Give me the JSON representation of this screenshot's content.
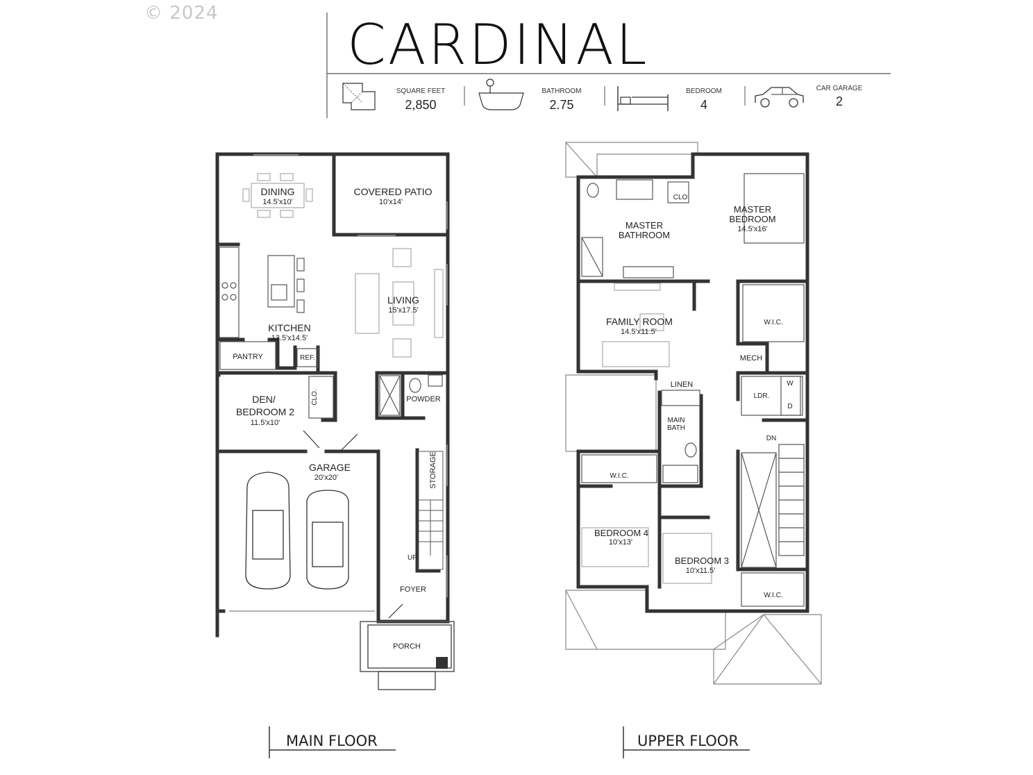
{
  "copyright": "© 2024",
  "title": "CARDINAL",
  "stats": [
    {
      "icon": "floorplan-icon",
      "label": "SQUARE FEET",
      "value": "2,850"
    },
    {
      "icon": "bathtub-icon",
      "label": "BATHROOM",
      "value": "2.75"
    },
    {
      "icon": "bed-icon",
      "label": "BEDROOM",
      "value": "4"
    },
    {
      "icon": "car-icon",
      "label": "CAR GARAGE",
      "value": "2"
    }
  ],
  "main_floor": {
    "label": "MAIN FLOOR",
    "rooms": {
      "dining": {
        "name": "DINING",
        "size": "14.5'x10'"
      },
      "patio": {
        "name": "COVERED PATIO",
        "size": "10'x14'"
      },
      "living": {
        "name": "LIVING",
        "size": "15'x17.5'"
      },
      "kitchen": {
        "name": "KITCHEN",
        "size": "13.5'x14.5'"
      },
      "pantry": "PANTRY",
      "ref": "REF.",
      "den_line1": "DEN/",
      "den_line2": "BEDROOM 2",
      "den_size": "11.5'x10'",
      "clo": "CLO.",
      "powder": "POWDER",
      "garage": {
        "name": "GARAGE",
        "size": "20'x20'"
      },
      "storage": "STORAGE",
      "up": "UP",
      "foyer": "FOYER",
      "porch": "PORCH"
    }
  },
  "upper_floor": {
    "label": "UPPER FLOOR",
    "rooms": {
      "clo": "CLO",
      "master_bath_line1": "MASTER",
      "master_bath_line2": "BATHROOM",
      "master_bed_line1": "MASTER",
      "master_bed_line2": "BEDROOM",
      "master_bed_size": "14.5'x16'",
      "wic1": "W.I.C.",
      "family": {
        "name": "FAMILY ROOM",
        "size": "14.5'x11.5'"
      },
      "mech": "MECH",
      "linen": "LINEN",
      "main_bath_line1": "MAIN",
      "main_bath_line2": "BATH",
      "ldr": "LDR.",
      "w": "W",
      "d": "D",
      "dn": "DN",
      "wic2": "W.I.C.",
      "bed4": {
        "name": "BEDROOM 4",
        "size": "10'x13'"
      },
      "bed3": {
        "name": "BEDROOM 3",
        "size": "10'x11.5'"
      },
      "wic3": "W.I.C."
    }
  }
}
